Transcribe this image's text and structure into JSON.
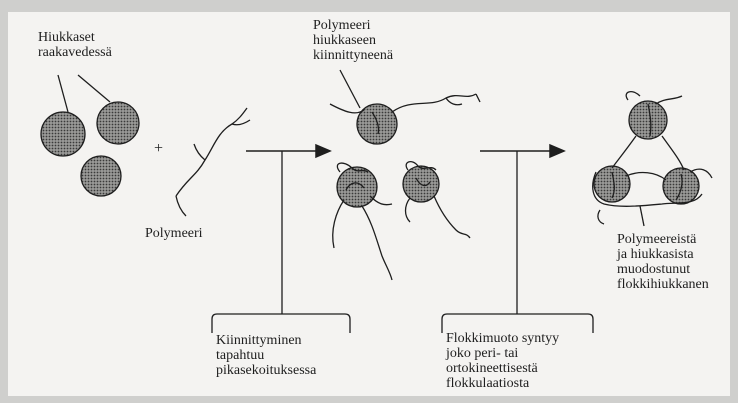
{
  "labels": {
    "raw_particles": [
      "Hiukkaset",
      "raakavedessä"
    ],
    "polymer": "Polymeeri",
    "plus": "+",
    "attached_polymer": [
      "Polymeeri",
      "hiukkaseen",
      "kiinnittyneenä"
    ],
    "final_floc": [
      "Polymeereistä",
      "ja hiukkasista",
      "muodostunut",
      "flokkihiukkanen"
    ],
    "step1": [
      "Kiinnittyminen",
      "tapahtuu",
      "pikasekoituksessa"
    ],
    "step2": [
      "Flokkimuoto syntyy",
      "joko peri- tai",
      "ortokineettisestä",
      "flokkulaatiosta"
    ]
  },
  "colors": {
    "page": "#f4f3f1",
    "background": "#cfcfcd",
    "ink": "#1e1e1e",
    "particle_fill": "#7d7d7d"
  }
}
